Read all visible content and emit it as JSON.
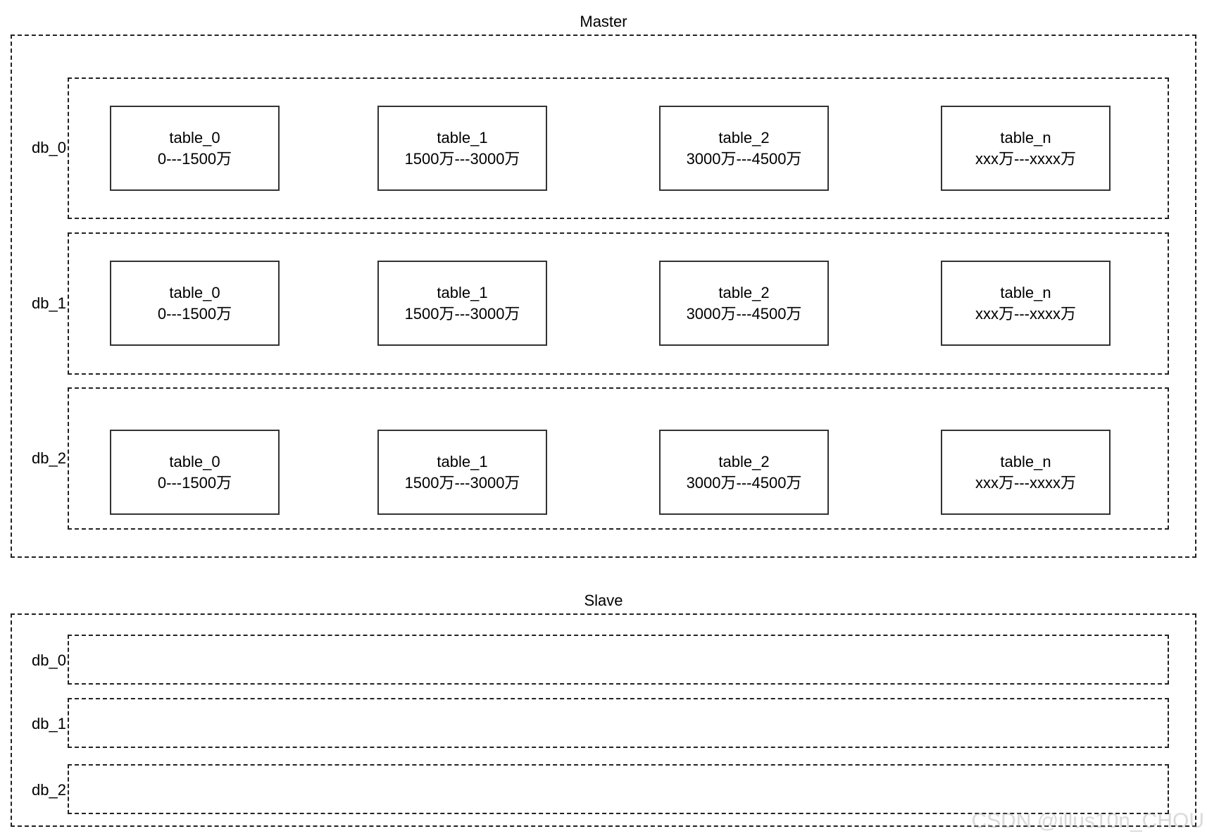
{
  "master": {
    "title": "Master",
    "dbs": [
      {
        "label": "db_0",
        "tables": [
          {
            "name": "table_0",
            "range": "0---1500万"
          },
          {
            "name": "table_1",
            "range": "1500万---3000万"
          },
          {
            "name": "table_2",
            "range": "3000万---4500万"
          },
          {
            "name": "table_n",
            "range": "xxx万---xxxx万"
          }
        ]
      },
      {
        "label": "db_1",
        "tables": [
          {
            "name": "table_0",
            "range": "0---1500万"
          },
          {
            "name": "table_1",
            "range": "1500万---3000万"
          },
          {
            "name": "table_2",
            "range": "3000万---4500万"
          },
          {
            "name": "table_n",
            "range": "xxx万---xxxx万"
          }
        ]
      },
      {
        "label": "db_2",
        "tables": [
          {
            "name": "table_0",
            "range": "0---1500万"
          },
          {
            "name": "table_1",
            "range": "1500万---3000万"
          },
          {
            "name": "table_2",
            "range": "3000万---4500万"
          },
          {
            "name": "table_n",
            "range": "xxx万---xxxx万"
          }
        ]
      }
    ]
  },
  "slave": {
    "title": "Slave",
    "dbs": [
      {
        "label": "db_0"
      },
      {
        "label": "db_1"
      },
      {
        "label": "db_2"
      }
    ]
  },
  "watermark": "CSDN @illus10n_CHOU"
}
